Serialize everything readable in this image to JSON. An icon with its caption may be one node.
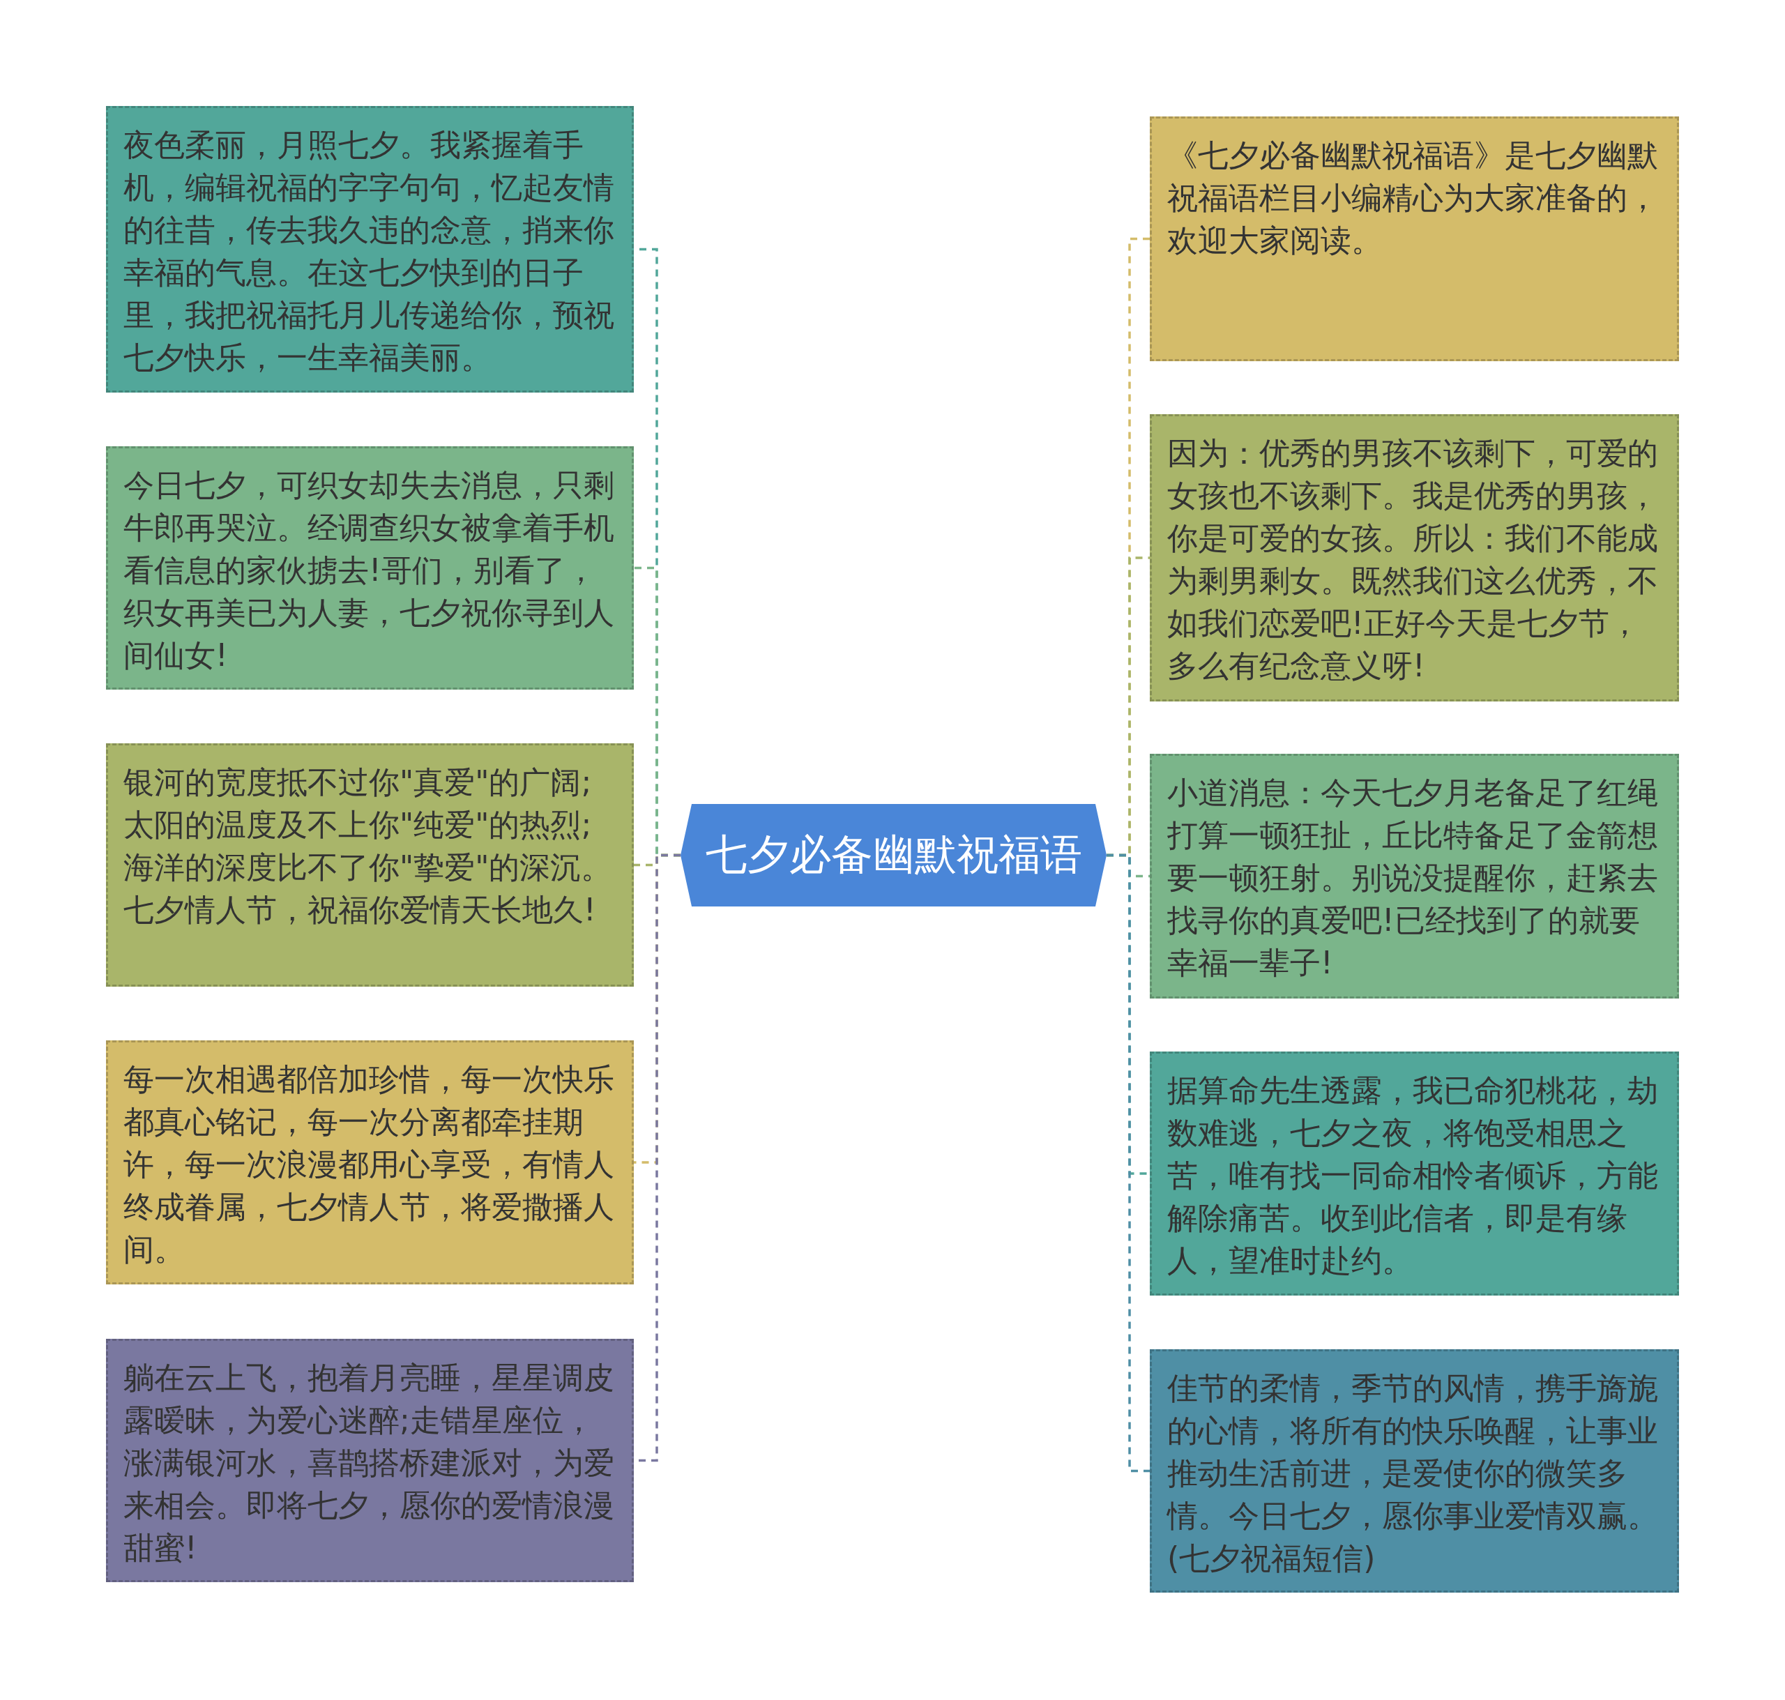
{
  "diagram": {
    "nodes": [
      {
        "text": [
          "七夕必备幽默祝福语"
        ]
      },
      {
        "text": [
          "夜色柔丽，月照七夕。我紧握着手机，编辑祝福的字字句句，忆起友情的往昔，传去我久违的念意，捎来你幸福的气息。在这七夕快到的日子里，我把祝福托月儿传递给你，预祝七夕快乐，一生幸福美丽。"
        ]
      },
      {
        "text": [
          "今日七夕，可织女却失去消息，只剩牛郎再哭泣。经调查织女被拿着手机看信息的家伙掳去!哥们，别看了，织女再美已为人妻，七夕祝你寻到人间仙女!"
        ]
      },
      {
        "text": [
          "银河的宽度抵不过你\"真爱\"的广阔;太阳的温度及不上你\"纯爱\"的热烈;海洋的深度比不了你\"挚爱\"的深沉。七夕情人节，祝福你爱情天长地久!"
        ]
      },
      {
        "text": [
          "每一次相遇都倍加珍惜，每一次快乐都真心铭记，每一次分离都牵挂期许，每一次浪漫都用心享受，有情人终成眷属，七夕情人节，将爱撒播人间。"
        ]
      },
      {
        "text": [
          "躺在云上飞，抱着月亮睡，星星调皮露暧昧，为爱心迷醉;走错星座位，涨满银河水，喜鹊搭桥建派对，为爱来相会。即将七夕，愿你的爱情浪漫甜蜜!"
        ]
      },
      {
        "text": [
          "《七夕必备幽默祝福语》是七夕幽默祝福语栏目小编精心为大家准备的，欢迎大家阅读。"
        ]
      },
      {
        "text": [
          "因为：优秀的男孩不该剩下，可爱的女孩也不该剩下。我是优秀的男孩，你是可爱的女孩。所以：我们不能成为剩男剩女。既然我们这么优秀，不如我们恋爱吧!正好今天是七夕节，多么有纪念意义呀!"
        ]
      },
      {
        "text": [
          "小道消息：今天七夕月老备足了红绳打算一顿狂扯，丘比特备足了金箭想要一顿狂射。别说没提醒你，赶紧去找寻你的真爱吧!已经找到了的就要幸福一辈子!"
        ]
      },
      {
        "text": [
          "据算命先生透露，我已命犯桃花，劫数难逃，七夕之夜，将饱受相思之苦，唯有找一同命相怜者倾诉，方能解除痛苦。收到此信者，即是有缘人，望准时赴约。"
        ]
      },
      {
        "text": [
          "佳节的柔情，季节的风情，携手旖旎的心情，将所有的快乐唤醒，让事业推动生活前进，是爱使你的微笑多情。今日七夕，愿你事业爱情双赢。(七夕祝福短信)"
        ]
      }
    ],
    "edges": [
      {
        "from": 0,
        "to": 1,
        "arrow": "none",
        "style": "dashed",
        "color": "#52a79a"
      },
      {
        "from": 0,
        "to": 2,
        "arrow": "none",
        "style": "dashed",
        "color": "#7bb58a"
      },
      {
        "from": 0,
        "to": 3,
        "arrow": "none",
        "style": "dashed",
        "color": "#a9b56a"
      },
      {
        "from": 0,
        "to": 4,
        "arrow": "none",
        "style": "dashed",
        "color": "#d4bc6a"
      },
      {
        "from": 0,
        "to": 5,
        "arrow": "none",
        "style": "dashed",
        "color": "#7a78a0"
      },
      {
        "from": 0,
        "to": 6,
        "arrow": "none",
        "style": "dashed",
        "color": "#d4bc6a"
      },
      {
        "from": 0,
        "to": 7,
        "arrow": "none",
        "style": "dashed",
        "color": "#a9b56a"
      },
      {
        "from": 0,
        "to": 8,
        "arrow": "none",
        "style": "dashed",
        "color": "#7bb58a"
      },
      {
        "from": 0,
        "to": 9,
        "arrow": "none",
        "style": "dashed",
        "color": "#52a79a"
      },
      {
        "from": 0,
        "to": 10,
        "arrow": "none",
        "style": "dashed",
        "color": "#4f8fa5"
      }
    ]
  }
}
